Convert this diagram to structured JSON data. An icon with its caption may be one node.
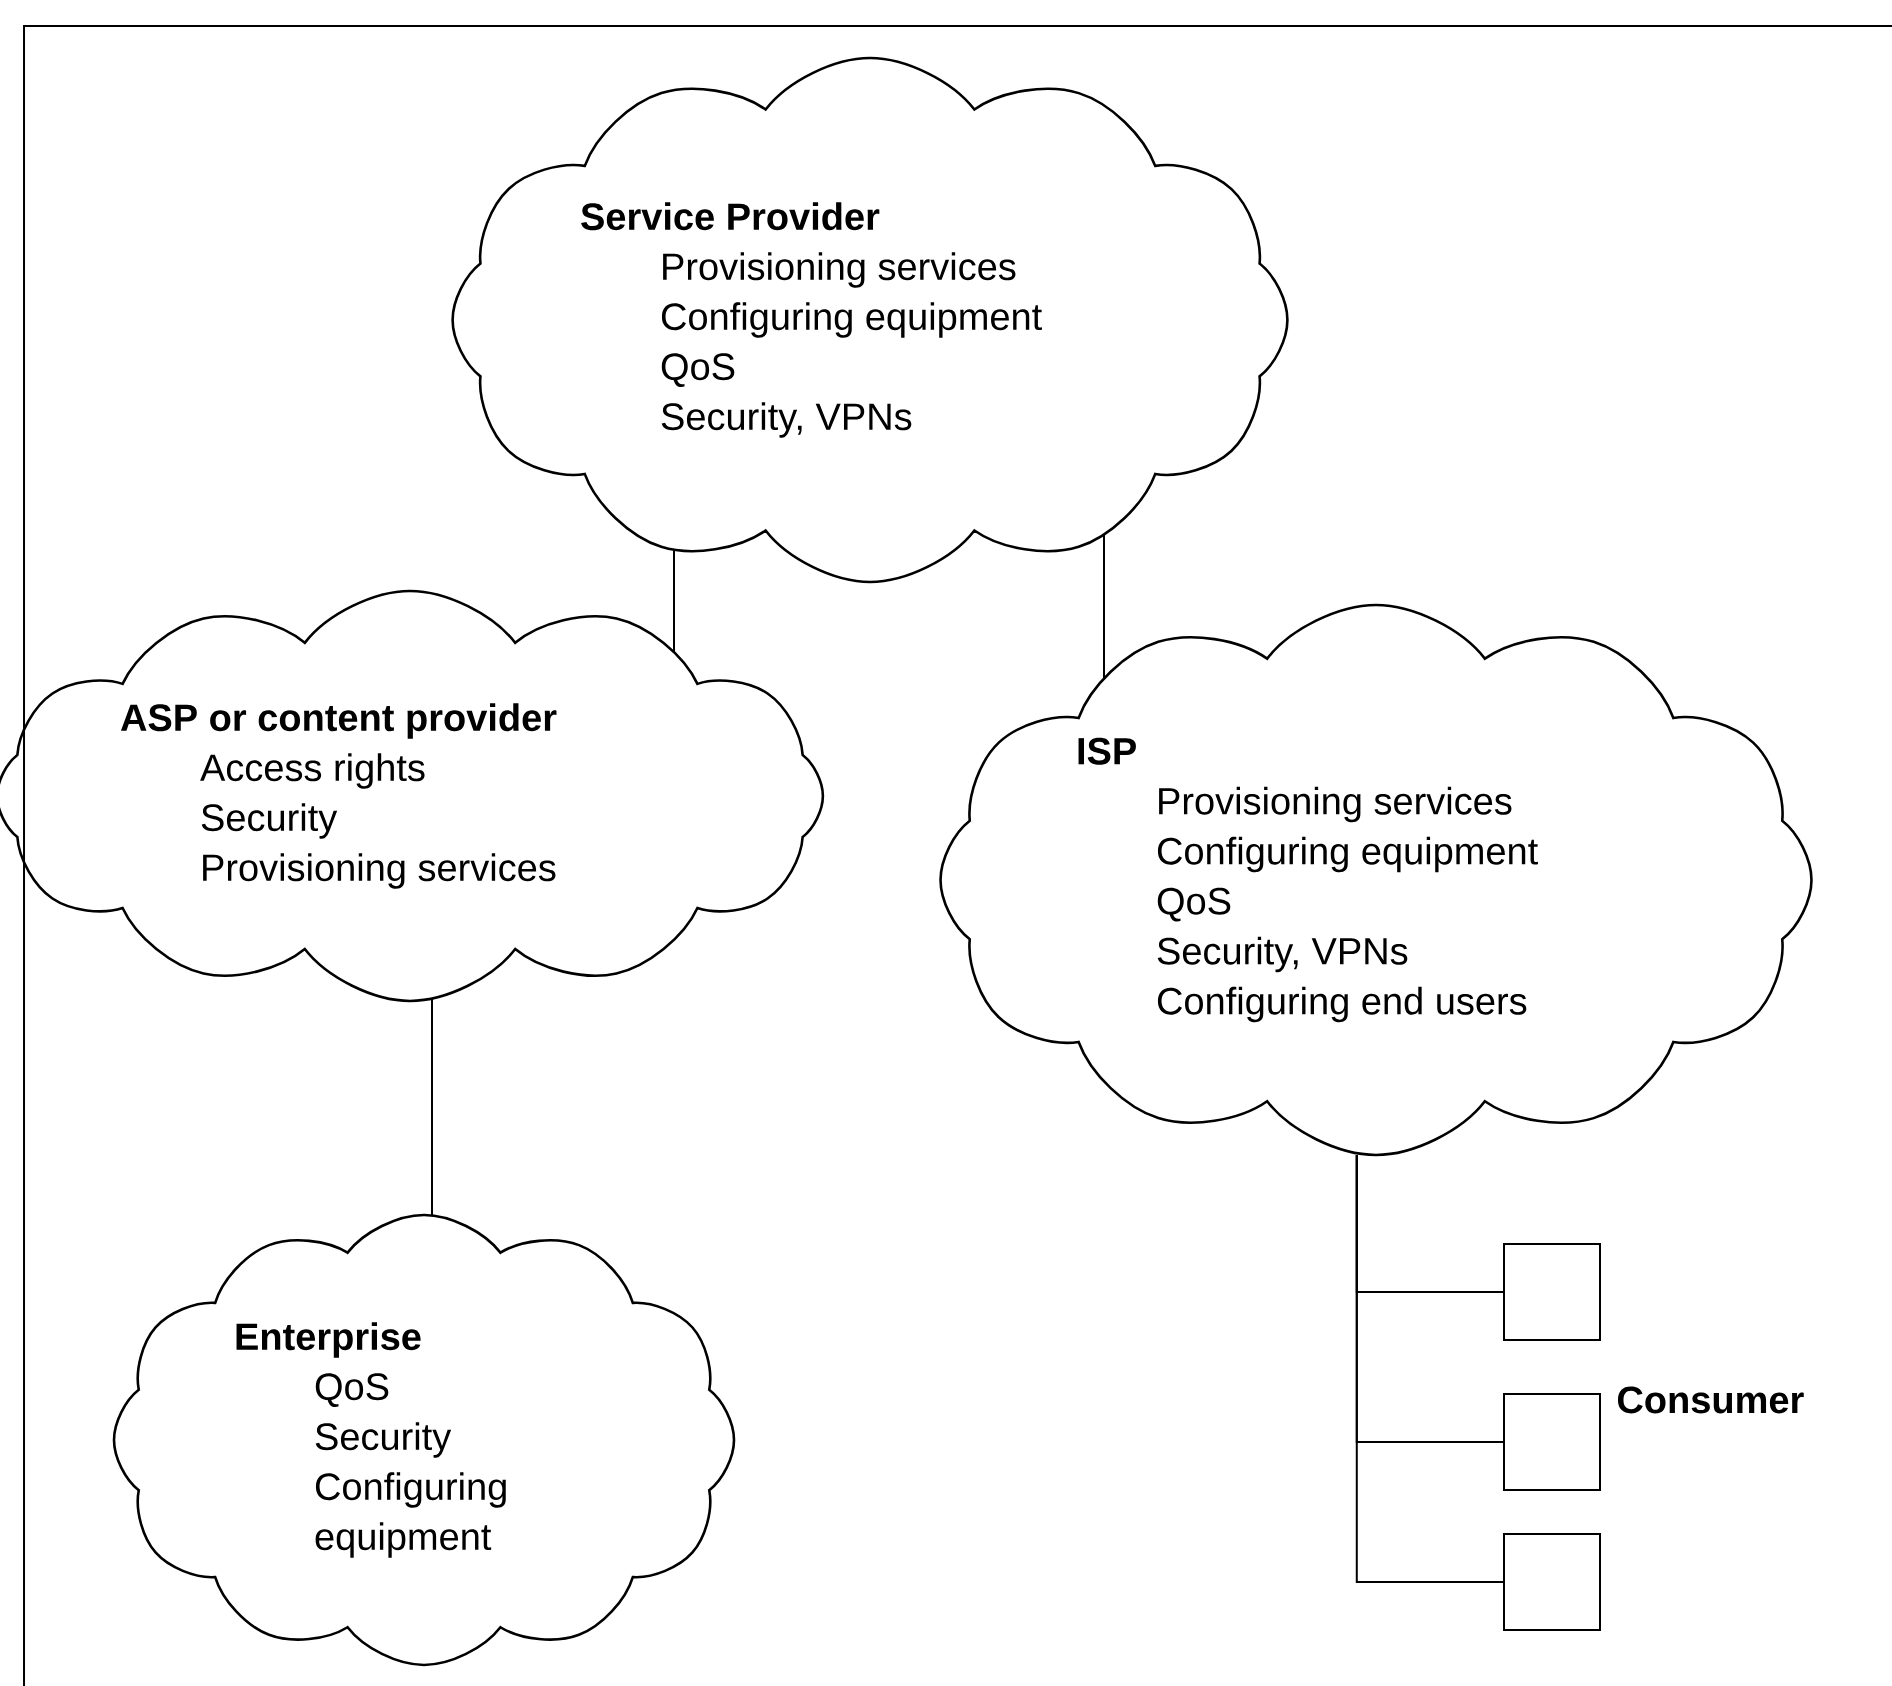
{
  "diagram": {
    "nodes": [
      {
        "text": [
          "Service Provider",
          "Provisioning services",
          "Configuring equipment",
          "QoS",
          "Security, VPNs"
        ]
      },
      {
        "text": [
          "ASP or content provider",
          "Access rights",
          "Security",
          "Provisioning services"
        ]
      },
      {
        "text": [
          "ISP",
          "Provisioning services",
          "Configuring equipment",
          "QoS",
          "Security, VPNs",
          "Configuring end users"
        ]
      },
      {
        "text": [
          "Enterprise",
          "QoS",
          "Security",
          "Configuring equipment"
        ]
      },
      {
        "text": [],
        "shape": "box"
      },
      {
        "text": [],
        "shape": "box"
      },
      {
        "text": [],
        "shape": "box"
      }
    ],
    "edges": [
      {
        "from": 0,
        "to": 1,
        "arrow": "none"
      },
      {
        "from": 0,
        "to": 2,
        "arrow": "none"
      },
      {
        "from": 1,
        "to": 3,
        "arrow": "none"
      },
      {
        "from": 2,
        "to": 4,
        "arrow": "none"
      },
      {
        "from": 2,
        "to": 5,
        "arrow": "none"
      },
      {
        "from": 2,
        "to": 6,
        "arrow": "none"
      }
    ],
    "labels": [
      "Consumer"
    ]
  }
}
